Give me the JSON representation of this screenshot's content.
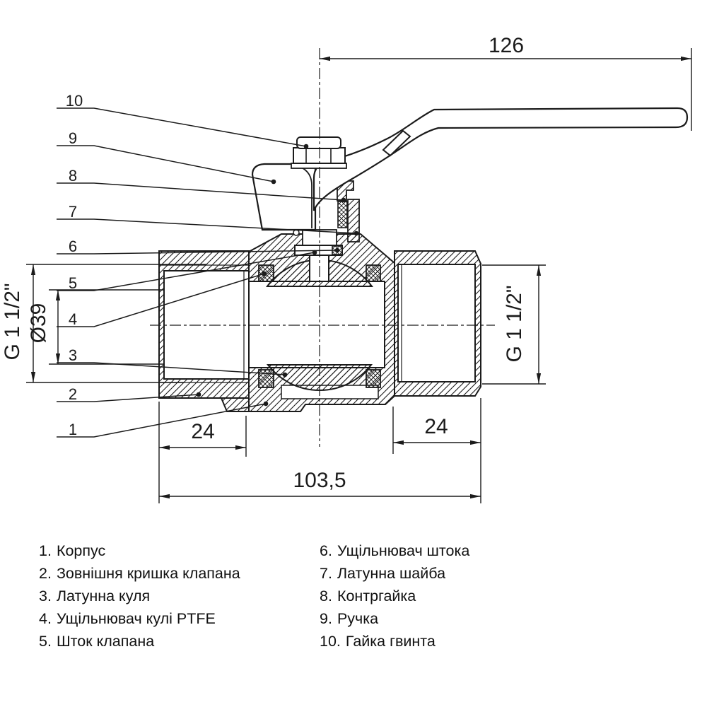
{
  "drawing": {
    "dimensions": {
      "handle_length": "126",
      "thread_left": "G 1 1/2\"",
      "bore_diameter": "Ø39",
      "thread_right": "G 1 1/2\"",
      "cap_length": "24",
      "coupling_length": "24",
      "body_length": "103,5"
    },
    "callouts": [
      "1",
      "2",
      "3",
      "4",
      "5",
      "6",
      "7",
      "8",
      "9",
      "10"
    ]
  },
  "parts_list": {
    "left": [
      {
        "num": "1.",
        "label": "Корпус"
      },
      {
        "num": "2.",
        "label": "Зовнішня кришка клапана"
      },
      {
        "num": "3.",
        "label": "Латунна куля"
      },
      {
        "num": "4.",
        "label": "Ущільнювач кулі PTFE"
      },
      {
        "num": "5.",
        "label": "Шток клапана"
      }
    ],
    "right": [
      {
        "num": "6.",
        "label": "Ущільнювач штока"
      },
      {
        "num": "7.",
        "label": "Латунна шайба"
      },
      {
        "num": "8.",
        "label": "Контргайка"
      },
      {
        "num": "9.",
        "label": "Ручка"
      },
      {
        "num": "10.",
        "label": "Гайка гвинта"
      }
    ]
  },
  "colors": {
    "line": "#1b1b1b",
    "background": "#ffffff"
  }
}
